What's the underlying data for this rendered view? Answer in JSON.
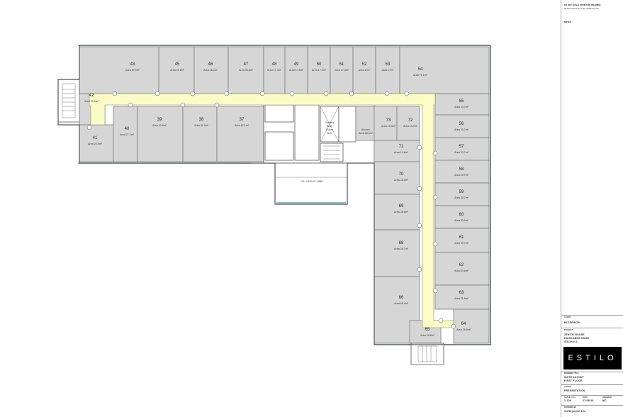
{
  "rooms": [
    {
      "num": "43",
      "area": "Area 57.0m²"
    },
    {
      "num": "45",
      "area": "Area 29.8m²"
    },
    {
      "num": "46",
      "area": "Area 26.3m²"
    },
    {
      "num": "47",
      "area": "Area 36.8m²"
    },
    {
      "num": "48",
      "area": "Area 17.3m²"
    },
    {
      "num": "49",
      "area": "Area 17.5m²"
    },
    {
      "num": "50",
      "area": "Area 17.3m²"
    },
    {
      "num": "51",
      "area": "Area 17.3m²"
    },
    {
      "num": "52",
      "area": "Area 17m²"
    },
    {
      "num": "53",
      "area": "Area 17m²"
    },
    {
      "num": "54",
      "area": "Area 71.1m²"
    },
    {
      "num": "42",
      "area": "Area 10.9m²"
    },
    {
      "num": "41",
      "area": "Area 25.6m²"
    },
    {
      "num": "40",
      "area": "Area 27.7m²"
    },
    {
      "num": "39",
      "area": "Area 40.9m²"
    },
    {
      "num": "38",
      "area": "Area 30.3m²"
    },
    {
      "num": "37",
      "area": "Area 62.1m²"
    },
    {
      "num": "55",
      "area": "Area 20.7m²"
    },
    {
      "num": "56",
      "area": "Area 20.7m²"
    },
    {
      "num": "57",
      "area": "Area 20.7m²"
    },
    {
      "num": "58",
      "area": "Area 20.7m²"
    },
    {
      "num": "59",
      "area": "Area 20.7m²"
    },
    {
      "num": "60",
      "area": "Area 20.6m²"
    },
    {
      "num": "61",
      "area": "Area 20.7m²"
    },
    {
      "num": "62",
      "area": "Area 30.6m²"
    },
    {
      "num": "63",
      "area": "Area 21.6m²"
    },
    {
      "num": "64",
      "area": "Area 16.6m²"
    },
    {
      "num": "65",
      "area": "Area 16.6m²"
    },
    {
      "num": "66",
      "area": "Area 66.4m²"
    },
    {
      "num": "68",
      "area": "Area 25.7m²"
    },
    {
      "num": "69",
      "area": "Area 28.6m²"
    },
    {
      "num": "70",
      "area": "Area 28.0m²"
    },
    {
      "num": "71",
      "area": "Area 14.6m²"
    },
    {
      "num": "72",
      "area": "Area 13.3m²"
    },
    {
      "num": "73",
      "area": "Area 13.3m²"
    }
  ],
  "kitchen": {
    "label": "Kitchen",
    "area": "Area 28.6m²"
  },
  "comms": {
    "l1": "Comms",
    "l2": "Riser",
    "l3": "Room",
    "area": "11m²"
  },
  "void_label": "FULL HEIGHT LOBBY",
  "title_block": {
    "notes": [
      "DO NOT SCALE FROM THIS DRAWING",
      "All dimensions are to be verified on site.",
      "NOTES"
    ],
    "client_label": "CLIENT",
    "client": "BIZSPACE",
    "project_label": "PROJECT",
    "project": [
      "ZENITH HOUSE",
      "HIGHLANDS ROAD",
      "SOLIHULL"
    ],
    "logo": "ESTILO",
    "drawing_title_label": "DRAWING TITLE",
    "drawing_title": [
      "SUITE LAYOUT",
      "FIRST FLOOR"
    ],
    "status_label": "STATUS",
    "status": "PRESENTATION",
    "scale_label": "SCALE @ A1",
    "scale": "1:100",
    "date_label": "DATE",
    "date": "27/08/18",
    "drawn_label": "DRAWN BY",
    "drawn": "MC",
    "drawing_no_label": "DRAWING NO",
    "drawing_no": "11050(sk)12-102"
  }
}
